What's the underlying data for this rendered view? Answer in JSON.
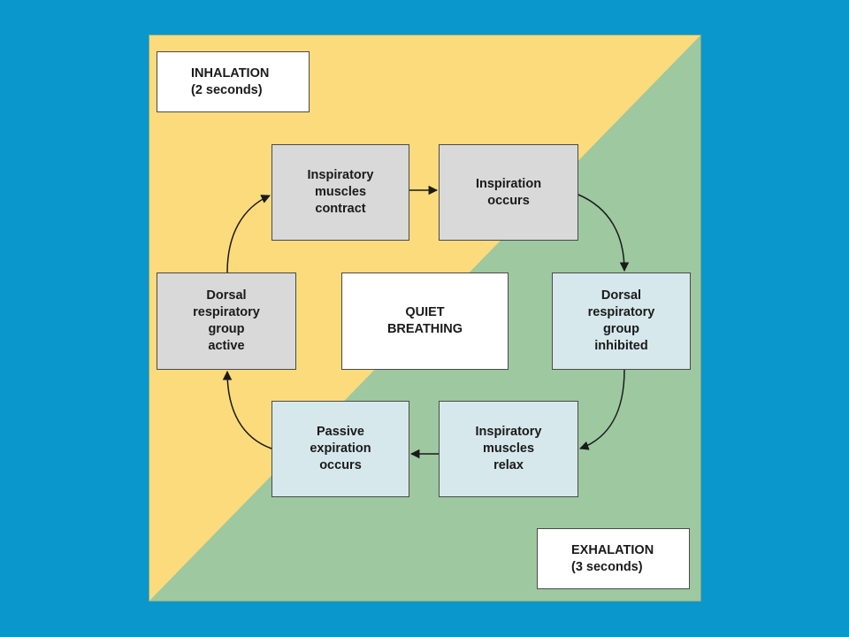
{
  "colors": {
    "background": "#0a97cc",
    "inhalation_region": "#fbdb7c",
    "exhalation_region": "#9dc8a0",
    "active_step_fill": "#d9d9d9",
    "inhibited_step_fill": "#d6e8ec"
  },
  "labels": {
    "inhalation": "INHALATION\n(2 seconds)",
    "exhalation": "EXHALATION\n(3 seconds)",
    "center": "QUIET\nBREATHING"
  },
  "steps": [
    "Inspiratory\nmuscles\ncontract",
    "Inspiration\noccurs",
    "Dorsal\nrespiratory\ngroup\ninhibited",
    "Inspiratory\nmuscles\nrelax",
    "Passive\nexpiration\noccurs",
    "Dorsal\nrespiratory\ngroup\nactive"
  ]
}
